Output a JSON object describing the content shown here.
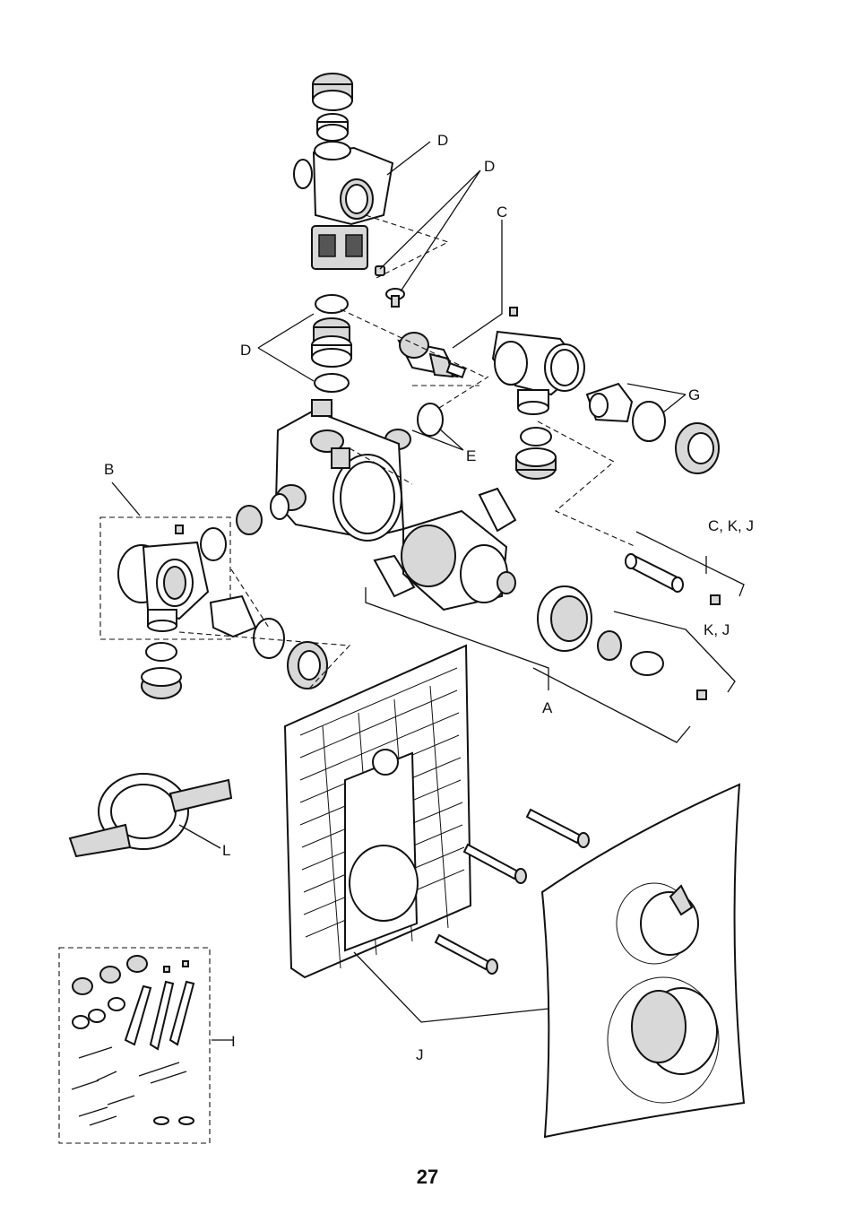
{
  "labels": {
    "D_top": "D",
    "D_screws": "D",
    "C": "C",
    "D_left": "D",
    "G": "G",
    "E": "E",
    "B": "B",
    "CKJ": "C, K, J",
    "KJ": "K, J",
    "A": "A",
    "L": "L",
    "I": "I",
    "J": "J"
  },
  "page_number": "27"
}
